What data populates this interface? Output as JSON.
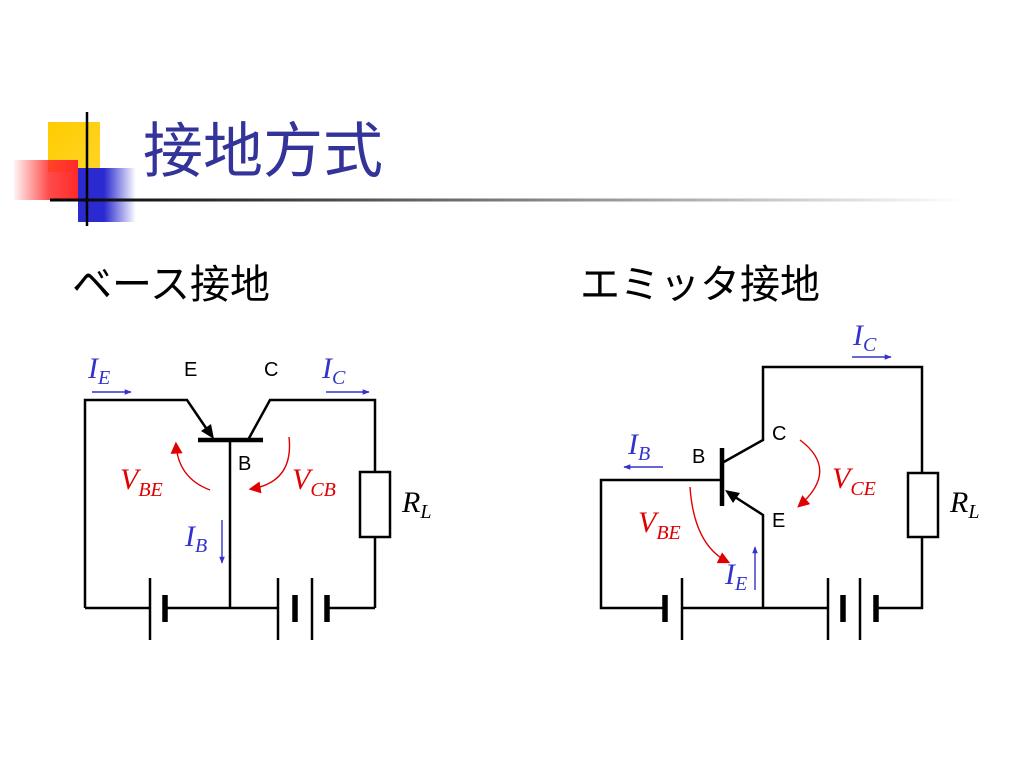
{
  "slide": {
    "title": "接地方式"
  },
  "colors": {
    "title": "#333399",
    "current_label": "#3333CC",
    "voltage_label": "#E00000",
    "wire": "#000000",
    "accent_yellow": "#FFCC00",
    "accent_red": "#FF2A2A",
    "accent_blue": "#2A2AD0"
  },
  "circuits": [
    {
      "heading": "ベース接地",
      "terminals": {
        "emitter": "E",
        "collector": "C",
        "base": "B"
      },
      "currents": {
        "emitter": {
          "symbol": "I",
          "subscript": "E"
        },
        "collector": {
          "symbol": "I",
          "subscript": "C"
        },
        "base": {
          "symbol": "I",
          "subscript": "B"
        }
      },
      "voltages": {
        "base_emitter": {
          "symbol": "V",
          "subscript": "BE"
        },
        "collector_base": {
          "symbol": "V",
          "subscript": "CB"
        }
      },
      "load": {
        "symbol": "R",
        "subscript": "L"
      }
    },
    {
      "heading": "エミッタ接地",
      "terminals": {
        "emitter": "E",
        "collector": "C",
        "base": "B"
      },
      "currents": {
        "emitter": {
          "symbol": "I",
          "subscript": "E"
        },
        "collector": {
          "symbol": "I",
          "subscript": "C"
        },
        "base": {
          "symbol": "I",
          "subscript": "B"
        }
      },
      "voltages": {
        "base_emitter": {
          "symbol": "V",
          "subscript": "BE"
        },
        "collector_emitter": {
          "symbol": "V",
          "subscript": "CE"
        }
      },
      "load": {
        "symbol": "R",
        "subscript": "L"
      }
    }
  ]
}
